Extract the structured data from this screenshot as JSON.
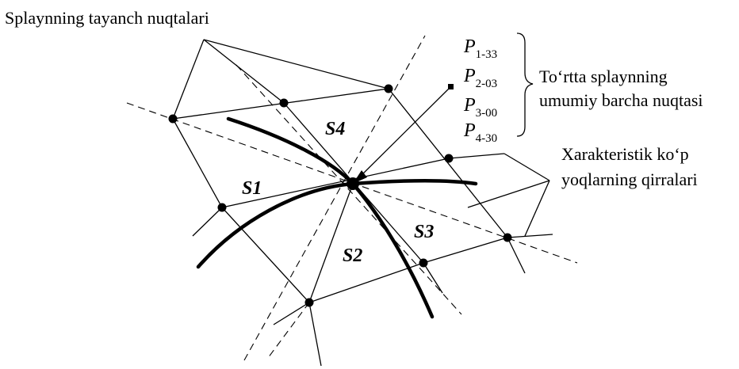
{
  "labels": {
    "control_points": "Splaynning tayanch nuqtalari",
    "common_point_line1": "To‘rtta splaynning",
    "common_point_line2": "umumiy barcha nuqtasi",
    "edges_line1": "Xarakteristik ko‘p",
    "edges_line2": "yoqlarning qirralari"
  },
  "points": [
    {
      "symbol": "P",
      "sub": "1-33"
    },
    {
      "symbol": "P",
      "sub": "2-03"
    },
    {
      "symbol": "P",
      "sub": "3-00"
    },
    {
      "symbol": "P",
      "sub": "4-30"
    }
  ],
  "regions": [
    {
      "letter": "S",
      "num": "1"
    },
    {
      "letter": "S",
      "num": "2"
    },
    {
      "letter": "S",
      "num": "3"
    },
    {
      "letter": "S",
      "num": "4"
    }
  ]
}
